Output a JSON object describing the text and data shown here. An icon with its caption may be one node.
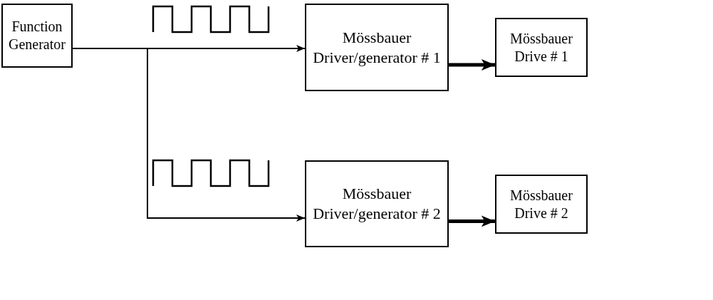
{
  "diagram": {
    "nodes": [
      {
        "text": [
          "Function Generator"
        ]
      },
      {
        "text": [
          "Mössbauer Driver/generator # 1"
        ]
      },
      {
        "text": [
          "Mössbauer Drive # 1"
        ]
      },
      {
        "text": [
          "Mössbauer Driver/generator # 2"
        ]
      },
      {
        "text": [
          "Mössbauer Drive # 2"
        ]
      }
    ],
    "edges": [
      {
        "from": 0,
        "to": 1,
        "arrow": "to"
      },
      {
        "from": 0,
        "to": 3,
        "arrow": "to"
      },
      {
        "from": 1,
        "to": 2,
        "arrow": "to",
        "style": "thick"
      },
      {
        "from": 3,
        "to": 4,
        "arrow": "to",
        "style": "thick"
      }
    ]
  }
}
